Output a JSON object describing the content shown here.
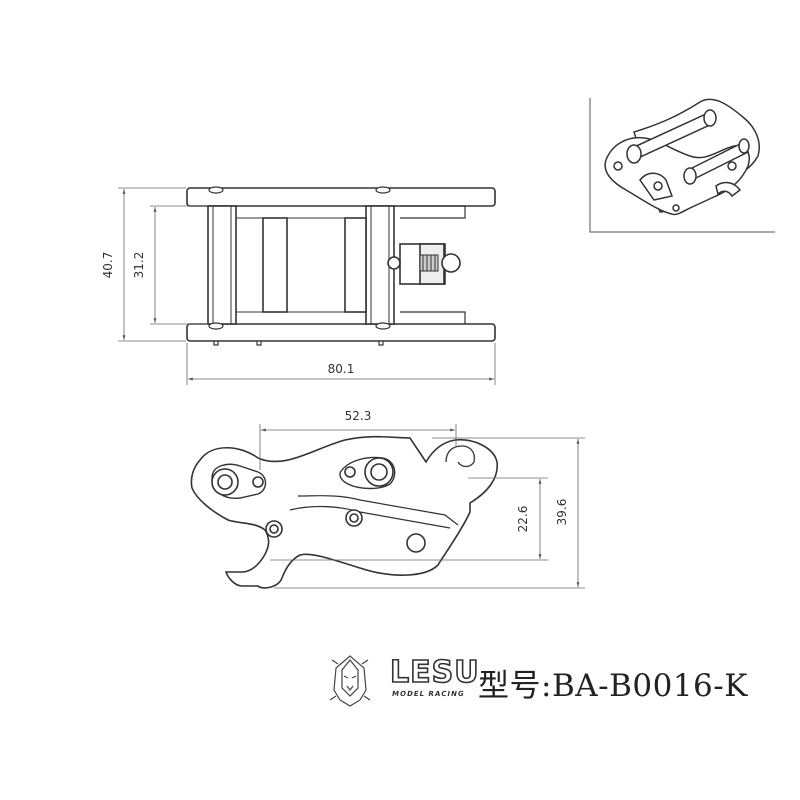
{
  "dimensions": {
    "top_height_outer": "40.7",
    "top_height_inner": "31.2",
    "top_width": "80.1",
    "side_width": "52.3",
    "side_height_inner": "22.6",
    "side_height_outer": "39.6"
  },
  "branding": {
    "logo_text": "LESU",
    "logo_subtext": "MODEL RACING",
    "model_label": "型号:BA-B0016-K"
  }
}
